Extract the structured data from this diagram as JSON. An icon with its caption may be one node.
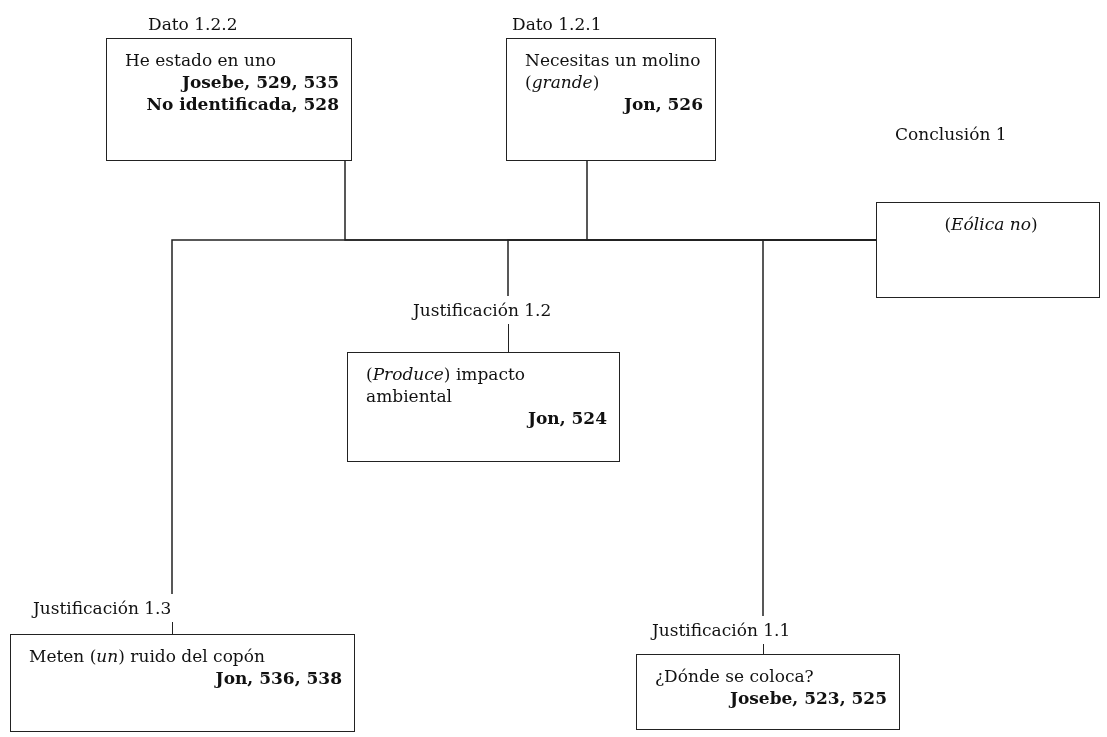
{
  "diagram": {
    "nodes": [
      {
        "text": [
          "Dato 1.2.2",
          "He estado en uno",
          "Josebe, 529, 535",
          "No identificada, 528"
        ]
      },
      {
        "text": [
          "Dato 1.2.1",
          "Necesitas un molino (*grande*)",
          "Jon, 526"
        ]
      },
      {
        "text": [
          "Conclusión 1",
          "(*Eólica no*)"
        ]
      },
      {
        "text": [
          "Justificación 1.2",
          "(*Produce*) impacto ambiental",
          "Jon, 524"
        ]
      },
      {
        "text": [
          "Justificación 1.3",
          "Meten (*un*) ruido del copón",
          "Jon, 536, 538"
        ]
      },
      {
        "text": [
          "Justificación 1.1",
          "¿Dónde se coloca?",
          "Josebe, 523, 525"
        ]
      }
    ],
    "edges": [
      {
        "from": 0,
        "to": 2,
        "arrow": "none"
      },
      {
        "from": 1,
        "to": 2,
        "arrow": "none"
      },
      {
        "from": 3,
        "to": 2,
        "arrow": "none"
      },
      {
        "from": 4,
        "to": 2,
        "arrow": "none"
      },
      {
        "from": 5,
        "to": 2,
        "arrow": "none"
      }
    ]
  }
}
